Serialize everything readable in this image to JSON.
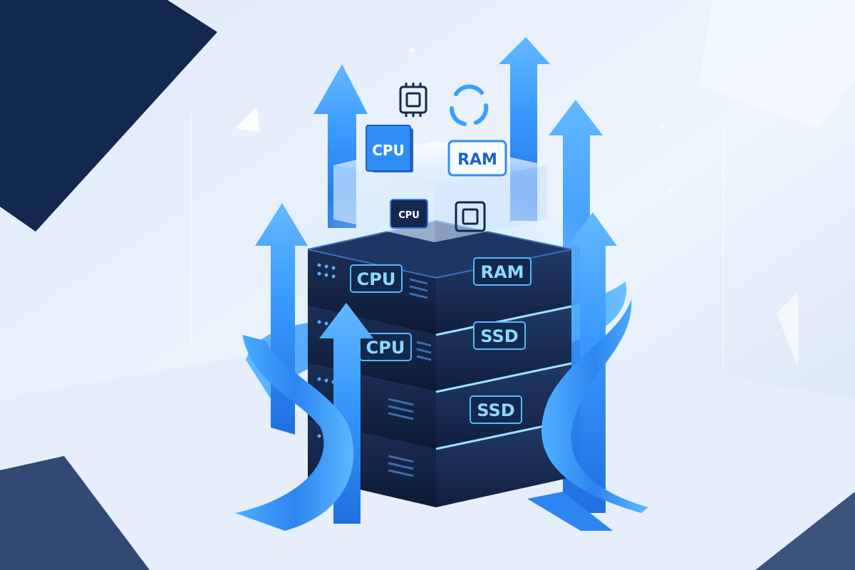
{
  "labels": {
    "floating_cpu": "CPU",
    "floating_ram": "RAM",
    "tray_cpu": "CPU",
    "unit1_left": "CPU",
    "unit1_right": "RAM",
    "unit2_left": "CPU",
    "unit2_right": "SSD",
    "unit3_right": "SSD"
  },
  "colors": {
    "background": "#eaf2fd",
    "server_dark": "#0f1d3a",
    "server_edge": "#2a4d8c",
    "accent_blue": "#2f8ef4",
    "glow": "#7fd4ff",
    "label_text": "#8fd8ff"
  },
  "icons": [
    "chip-icon",
    "refresh-ring-icon",
    "up-arrow-icon"
  ]
}
